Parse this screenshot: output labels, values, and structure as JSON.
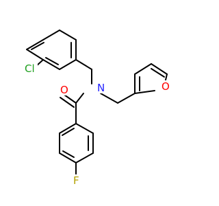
{
  "molecule": {
    "atoms": {
      "chlorine": "Cl",
      "nitrogen": "N",
      "oxygen_carbonyl": "O",
      "oxygen_furan": "O",
      "fluorine": "F"
    },
    "colors": {
      "bond": "#000000",
      "chlorine": "#1fa01f",
      "nitrogen": "#2020ff",
      "oxygen": "#ff0000",
      "fluorine": "#b3a000"
    }
  }
}
